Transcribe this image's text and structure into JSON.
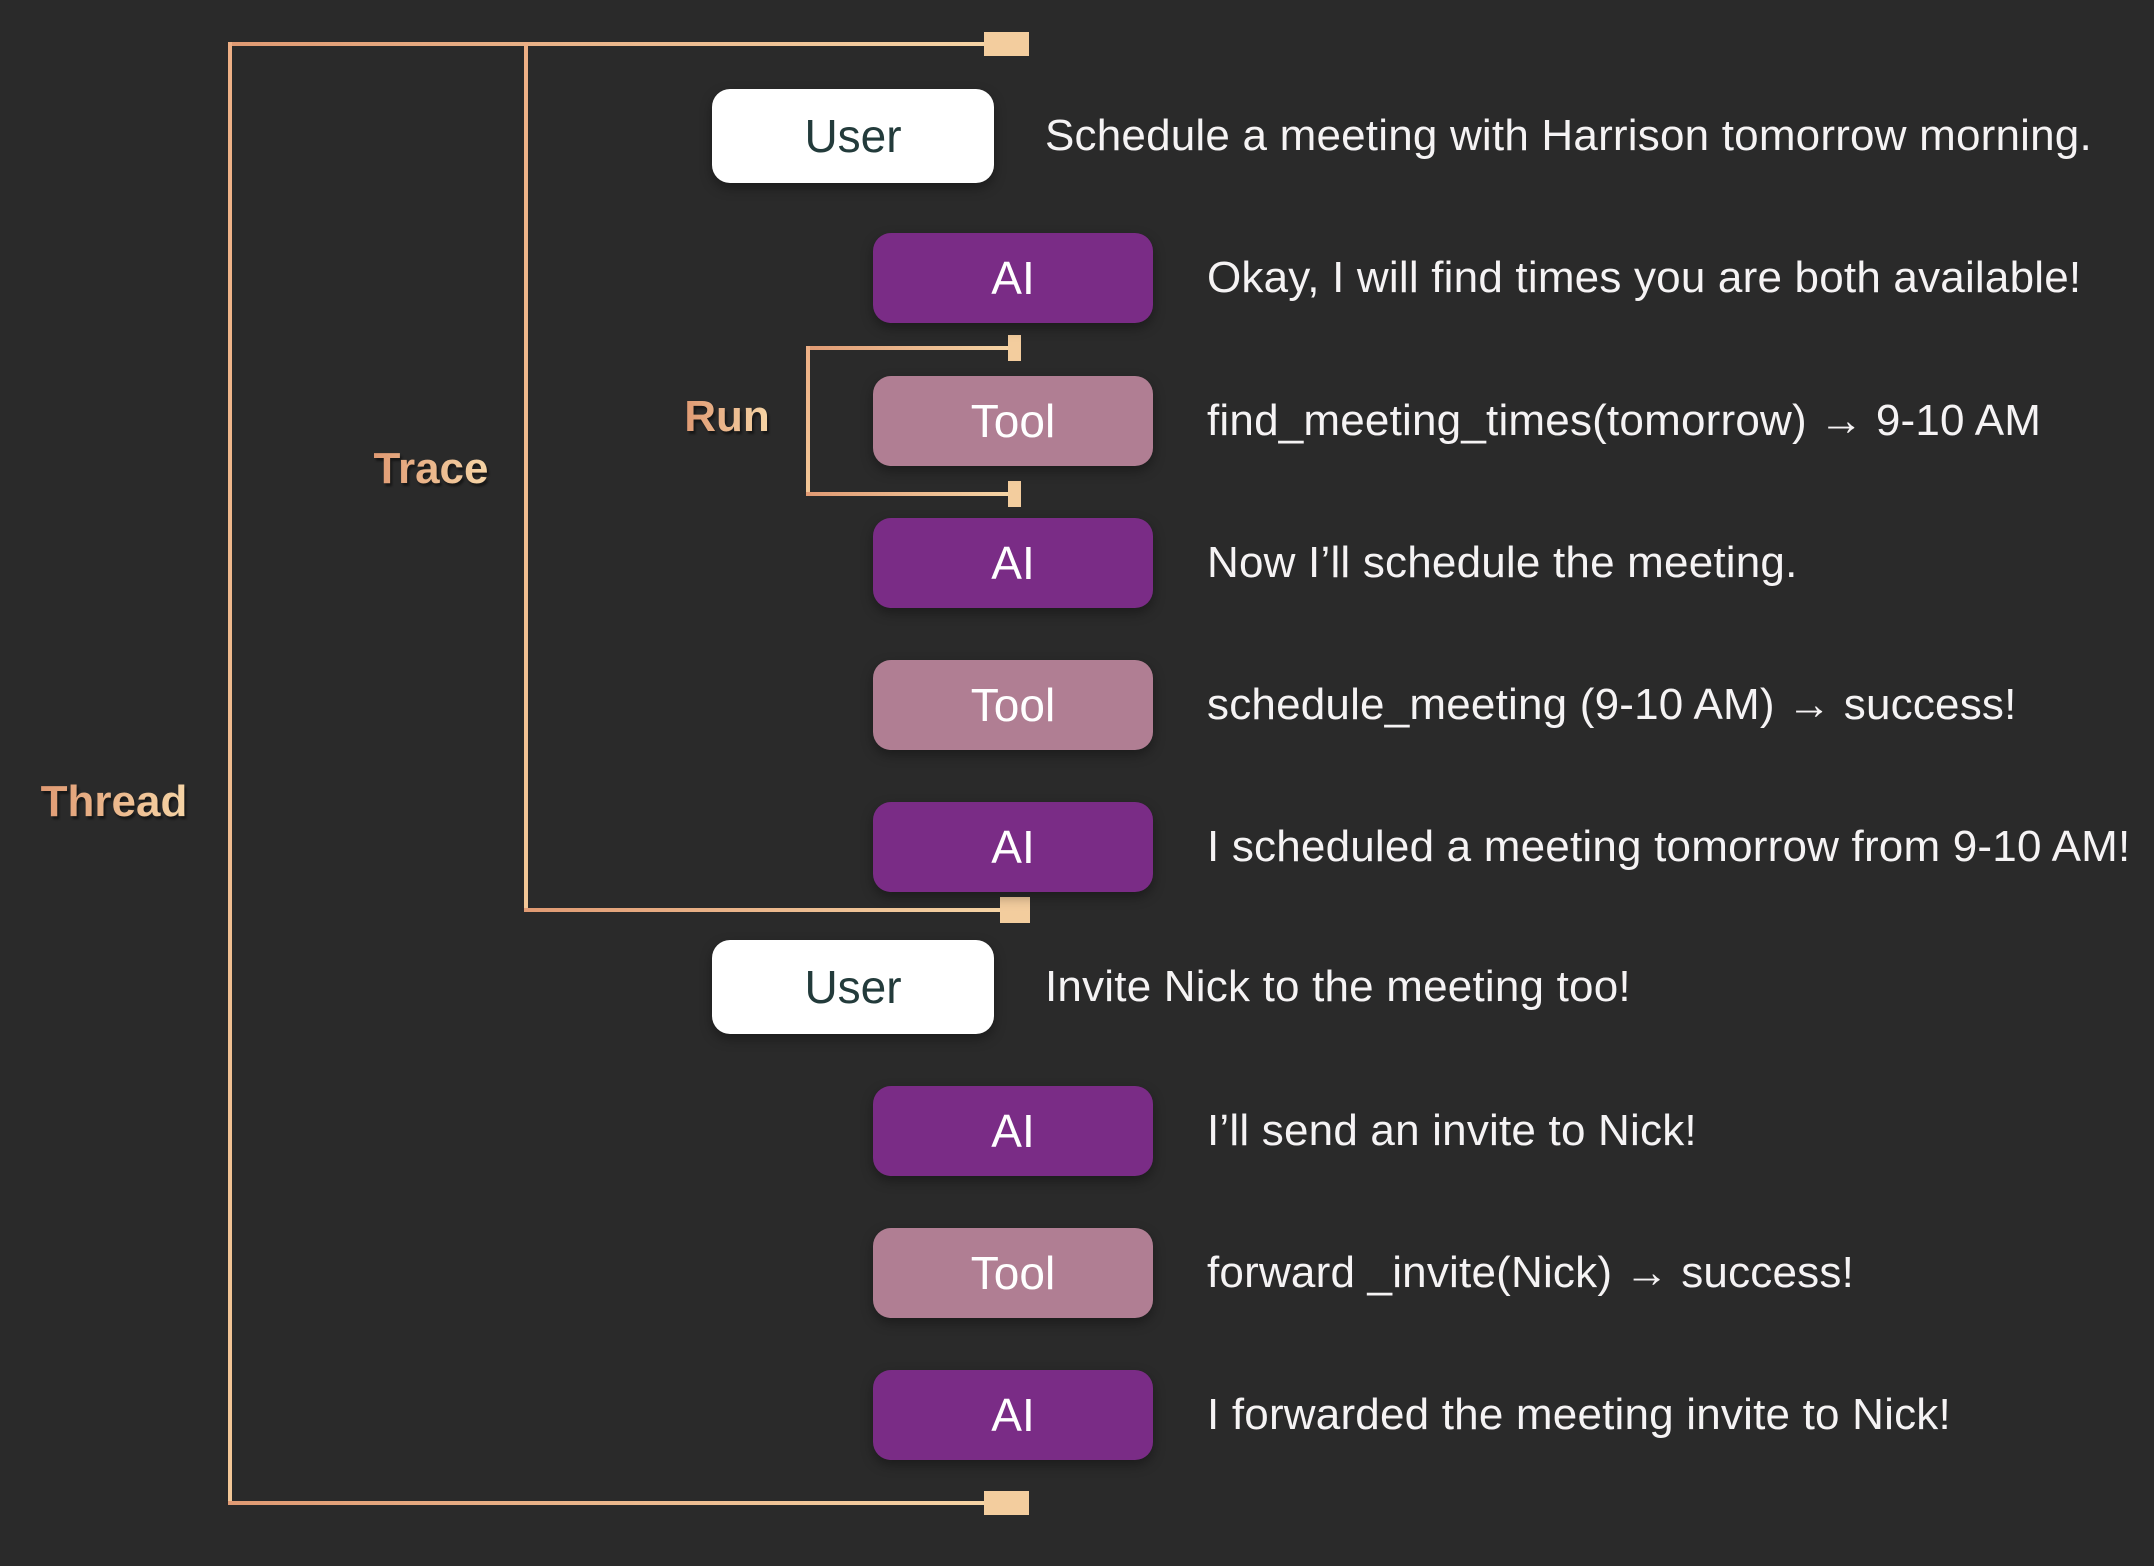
{
  "labels": {
    "thread": "Thread",
    "trace": "Trace",
    "run": "Run"
  },
  "colors": {
    "background": "#2a2a2a",
    "user_box": "#ffffff",
    "user_text": "#233b3b",
    "ai_box": "#7a2c86",
    "tool_box": "#b07e93",
    "badge_text": "#ffffff",
    "message_text": "#f5f3f4",
    "line_start": "#e09a73",
    "line_end": "#f6d5a6",
    "terminator": "#f3cd9e"
  },
  "rows": [
    {
      "type": "user",
      "badge": "User",
      "message": "Schedule a meeting with Harrison tomorrow morning."
    },
    {
      "type": "ai",
      "badge": "AI",
      "message": "Okay, I will find times you are both available!"
    },
    {
      "type": "tool",
      "badge": "Tool",
      "message": "find_meeting_times(tomorrow) → 9-10 AM"
    },
    {
      "type": "ai",
      "badge": "AI",
      "message": "Now I’ll schedule the meeting."
    },
    {
      "type": "tool",
      "badge": "Tool",
      "message": "schedule_meeting (9-10 AM) → success!"
    },
    {
      "type": "ai",
      "badge": "AI",
      "message": "I scheduled a meeting tomorrow from 9-10 AM!"
    },
    {
      "type": "user",
      "badge": "User",
      "message": "Invite Nick to the meeting too!"
    },
    {
      "type": "ai",
      "badge": "AI",
      "message": "I’ll send an invite to Nick!"
    },
    {
      "type": "tool",
      "badge": "Tool",
      "message": "forward _invite(Nick) → success!"
    },
    {
      "type": "ai",
      "badge": "AI",
      "message": "I forwarded the meeting invite to Nick!"
    }
  ]
}
